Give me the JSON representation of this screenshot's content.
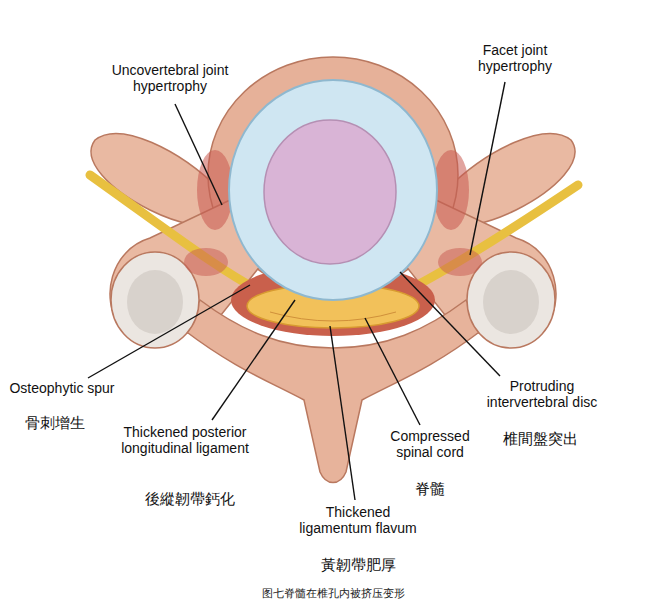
{
  "diagram": {
    "caption": "图七脊髓在椎孔内被挤压变形",
    "labels": [
      "Uncovertebral joint hypertrophy",
      "Facet joint hypertrophy",
      "Osteophytic spur",
      "骨刺增生",
      "Thickened posterior longitudinal ligament",
      "後縱韌帶鈣化",
      "Compressed spinal cord",
      "脊髓",
      "Thickened ligamentum flavum",
      "黃韌帶肥厚",
      "Protruding intervertebral disc",
      "椎間盤突出"
    ]
  }
}
